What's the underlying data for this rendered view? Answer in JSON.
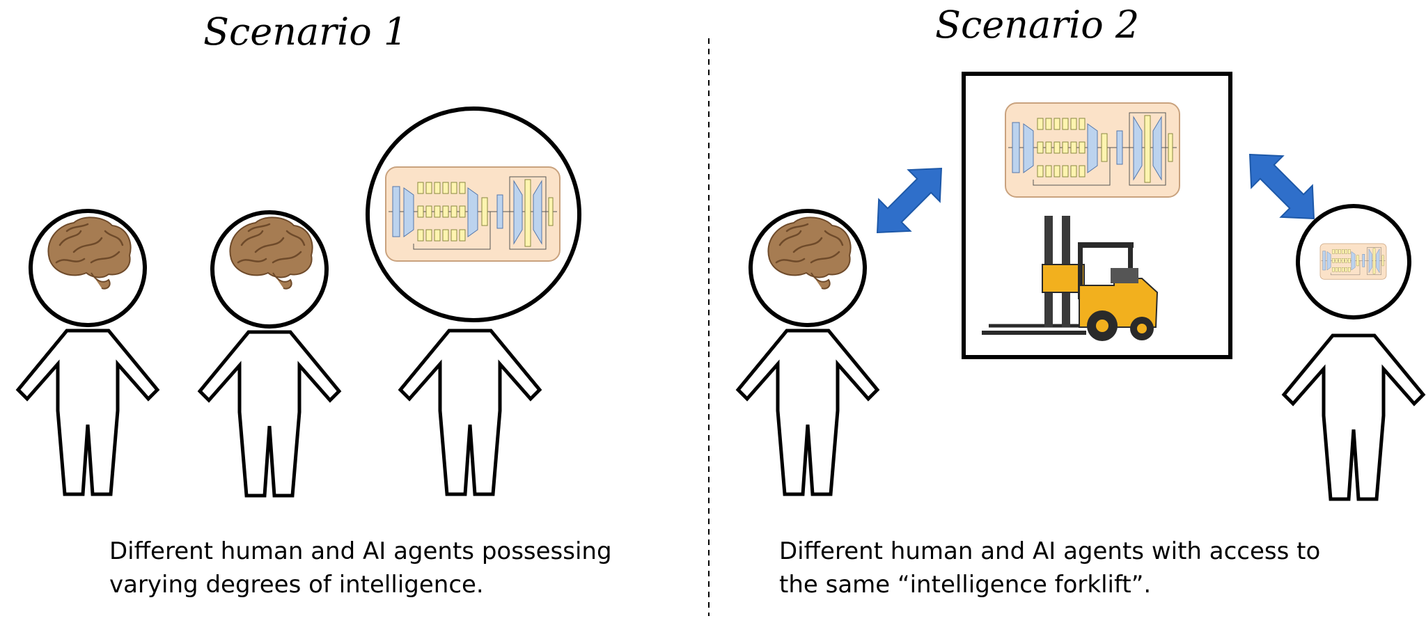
{
  "scenario1": {
    "title": "Scenario 1",
    "caption_line1": "Different human and AI agents possessing",
    "caption_line2": "varying degrees of intelligence."
  },
  "scenario2": {
    "title": "Scenario 2",
    "caption_line1": "Different human and AI agents with access to",
    "caption_line2": "the same “intelligence forklift”."
  },
  "colors": {
    "brain": "#a67c52",
    "brain_dark": "#6e4a2a",
    "network_bg": "#fbe2c8",
    "network_border": "#c9a27e",
    "network_block": "#fff4b0",
    "network_blue": "#bcd3ee",
    "arrow": "#2f6fca",
    "forklift_yellow": "#f2b01e",
    "forklift_dark": "#2a2a2a"
  },
  "icons": [
    "brain-icon",
    "neural-network-icon",
    "forklift-icon",
    "double-arrow-icon"
  ]
}
